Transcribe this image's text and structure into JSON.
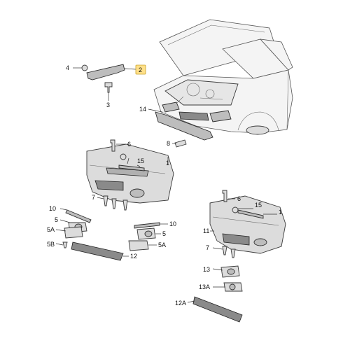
{
  "callouts": {
    "c1a": "1",
    "c1b": "1",
    "c2": "2",
    "c3": "3",
    "c4": "4",
    "c5a": "5",
    "c5b": "5",
    "c5A_a": "5A",
    "c5A_b": "5A",
    "c5B": "5B",
    "c6a": "6",
    "c6b": "6",
    "c7a": "7",
    "c7b": "7",
    "c8": "8",
    "c10a": "10",
    "c10b": "10",
    "c11": "11",
    "c12": "12",
    "c12A": "12A",
    "c13": "13",
    "c13A": "13A",
    "c14": "14",
    "c15a": "15",
    "c15b": "15"
  },
  "colors": {
    "highlight": "#ffe08a",
    "part_fill": "#dcdcdc",
    "line": "#333333"
  }
}
